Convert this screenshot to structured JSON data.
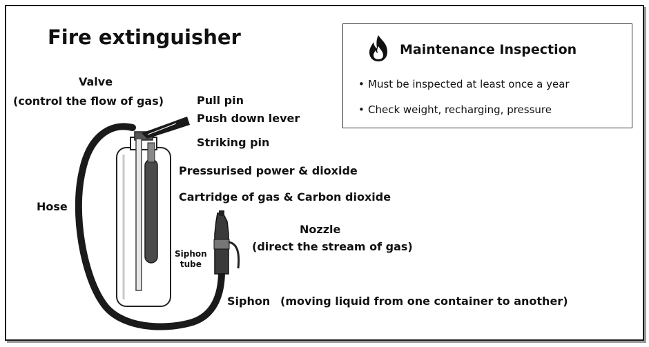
{
  "title": "Fire extinguisher",
  "labels": {
    "valve": "Valve",
    "valve_desc": "(control the flow of gas)",
    "pull_pin": "Pull pin",
    "push_down_lever": "Push down lever",
    "striking_pin": "Striking pin",
    "pressurised": "Pressurised power & dioxide",
    "cartridge": "Cartridge of gas & Carbon dioxide",
    "hose": "Hose",
    "nozzle": "Nozzle",
    "nozzle_desc": "(direct the stream of gas)",
    "siphon_tube_line1": "Siphon",
    "siphon_tube_line2": "tube",
    "siphon": "Siphon",
    "siphon_desc": "(moving liquid from one container to another)"
  },
  "maintenance": {
    "icon": "flame-icon",
    "title": "Maintenance Inspection",
    "items": [
      "Must be inspected at least once a year",
      "Check weight, recharging, pressure"
    ],
    "bullet": "•"
  }
}
